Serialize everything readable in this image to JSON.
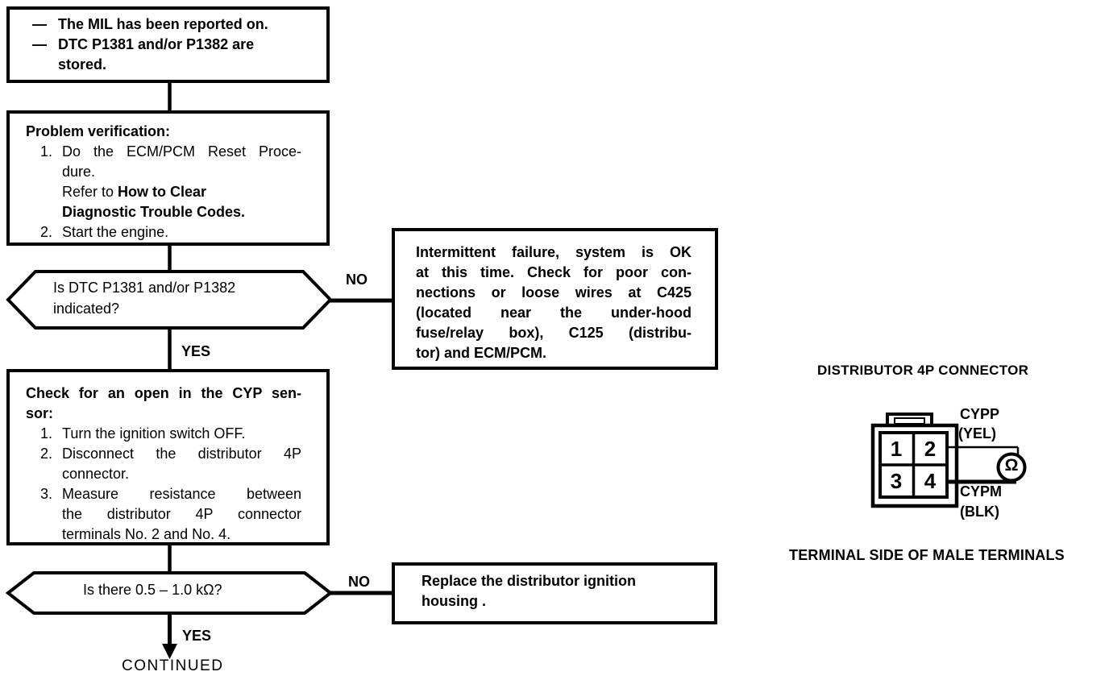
{
  "flowchart": {
    "start_box": {
      "bullet": "—",
      "item1_line1": "The MIL has been reported on.",
      "item2_line1": "DTC P1381 and/or P1382 are",
      "item2_line2": "stored."
    },
    "problem_box": {
      "title": "Problem verification:",
      "step1_num": "1.",
      "step1_line1": "Do the ECM/PCM Reset Proce-",
      "step1_line2": "dure.",
      "step1_line3_normal": "Refer to",
      "step1_line3_bold": "How to Clear",
      "step1_line4_bold": "Diagnostic Trouble Codes.",
      "step2_num": "2.",
      "step2_line1": "Start the engine."
    },
    "decision1": {
      "line1": "Is DTC P1381 and/or P1382",
      "line2": "indicated?",
      "no_label": "NO",
      "yes_label": "YES"
    },
    "intermittent_box": {
      "line1": "Intermittent failure, system is OK",
      "line2": "at this time. Check for poor con-",
      "line3": "nections or loose wires at C425",
      "line4": "(located near the under-hood",
      "line5": "fuse/relay box), C125 (distribu-",
      "line6": "tor) and ECM/PCM."
    },
    "check_box": {
      "title_line1": "Check for an open in the CYP sen-",
      "title_line2": "sor:",
      "step1_num": "1.",
      "step1_line1": "Turn the ignition switch OFF.",
      "step2_num": "2.",
      "step2_line1": "Disconnect the distributor 4P",
      "step2_line2": "connector.",
      "step3_num": "3.",
      "step3_line1": "Measure resistance between",
      "step3_line2": "the distributor 4P connector",
      "step3_line3": "terminals No. 2 and No. 4."
    },
    "decision2": {
      "question": "Is there 0.5 – 1.0 kΩ?",
      "no_label": "NO",
      "yes_label": "YES"
    },
    "replace_box": {
      "line1": "Replace the distributor ignition",
      "line2": "housing ."
    },
    "continued_label": "CONTINUED"
  },
  "connector_panel": {
    "title": "DISTRIBUTOR 4P CONNECTOR",
    "pin1": "1",
    "pin2": "2",
    "pin3": "3",
    "pin4": "4",
    "wire_top_name": "CYPP",
    "wire_top_color": "(YEL)",
    "wire_bottom_name": "CYPM",
    "wire_bottom_color": "(BLK)",
    "meter_symbol": "Ω",
    "caption": "TERMINAL SIDE OF MALE TERMINALS"
  },
  "colors": {
    "ink": "#000000",
    "paper": "#ffffff"
  }
}
